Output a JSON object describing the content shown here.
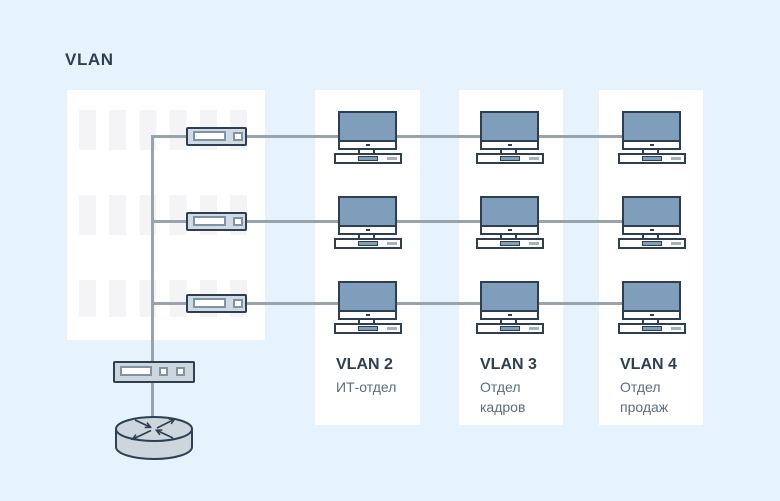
{
  "title": "VLAN",
  "groups": [
    {
      "id": "vlan2",
      "label": "VLAN 2",
      "department": "ИТ-отдел"
    },
    {
      "id": "vlan3",
      "label": "VLAN 3",
      "department": "Отдел кадров"
    },
    {
      "id": "vlan4",
      "label": "VLAN 4",
      "department": "Отдел продаж"
    }
  ],
  "infrastructure": {
    "access_switches": 3,
    "core_switch": 1,
    "router": 1,
    "workstations_per_group": 3
  },
  "colors": {
    "background": "#E7F3FC",
    "surface": "#FFFFFF",
    "accent_dark": "#2E3F54",
    "screen_fill": "#7F9EBB",
    "switch_fill": "#CFDAE2",
    "infra_fill": "#CED6DD",
    "line": "#99A3AC",
    "rack_bar": "#F4F4F6",
    "sublabel": "#5C6D7F"
  }
}
